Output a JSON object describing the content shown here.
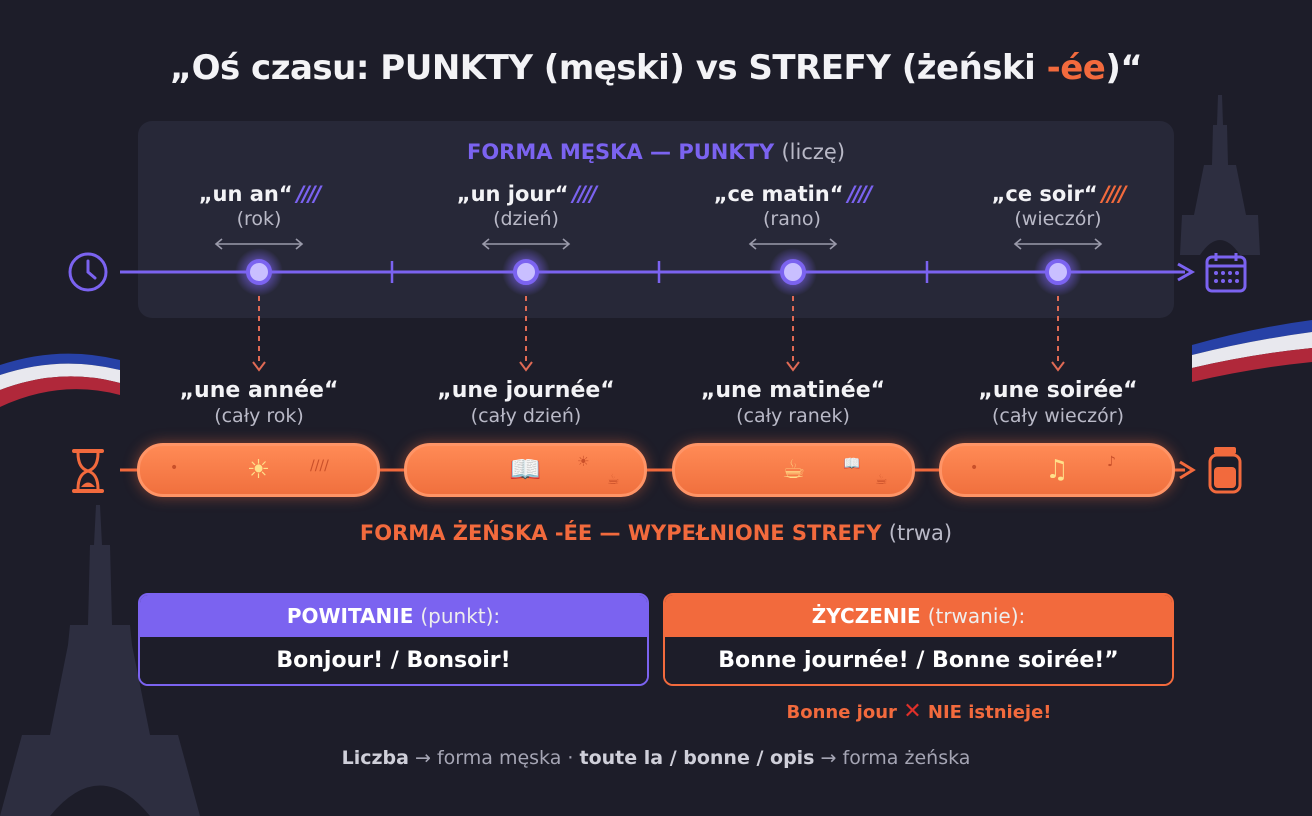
{
  "title": {
    "prefix": "„Oś czasu: PUNKTY (męski) vs STREFY (żeński ",
    "accent": "-ée",
    "suffix": ")“"
  },
  "masculine": {
    "heading": "FORMA MĘSKA — PUNKTY",
    "heading_note": "(liczę)",
    "items": [
      {
        "word": "„un an“",
        "gloss": "(rok)"
      },
      {
        "word": "„un jour“",
        "gloss": "(dzień)"
      },
      {
        "word": "„ce matin“",
        "gloss": "(rano)"
      },
      {
        "word": "„ce soir“",
        "gloss": "(wieczór)"
      }
    ]
  },
  "feminine": {
    "heading": "FORMA ŻEŃSKA -ÉE — WYPEŁNIONE STREFY",
    "heading_note": "(trwa)",
    "items": [
      {
        "word": "„une année“",
        "gloss": "(cały rok)"
      },
      {
        "word": "„une journée“",
        "gloss": "(cały dzień)"
      },
      {
        "word": "„une matinée“",
        "gloss": "(cały ranek)"
      },
      {
        "word": "„une soirée“",
        "gloss": "(cały wieczór)"
      }
    ]
  },
  "greeting_box": {
    "label": "POWITANIE",
    "note": "(punkt):",
    "text": "Bonjour! / Bonsoir!"
  },
  "wish_box": {
    "label": "ŻYCZENIE",
    "note": "(trwanie):",
    "text": "Bonne journée! / Bonne soirée!”"
  },
  "warning": {
    "before": "Bonne jour",
    "after": "NIE istnieje!"
  },
  "footer": {
    "a": "Liczba",
    "b": "→ forma męska ·",
    "c": "toute la / bonne / opis",
    "d": "→ forma żeńska"
  },
  "colors": {
    "background": "#1d1d29",
    "masculine": "#7b63f0",
    "feminine": "#f26a3d"
  },
  "icons": [
    "clock-icon",
    "calendar-icon",
    "hourglass-icon",
    "jar-icon",
    "sun-icon",
    "book-icon",
    "coffee-icon",
    "music-note-icon",
    "tally-icon",
    "eiffel-tower-icon",
    "french-flag-icon"
  ]
}
